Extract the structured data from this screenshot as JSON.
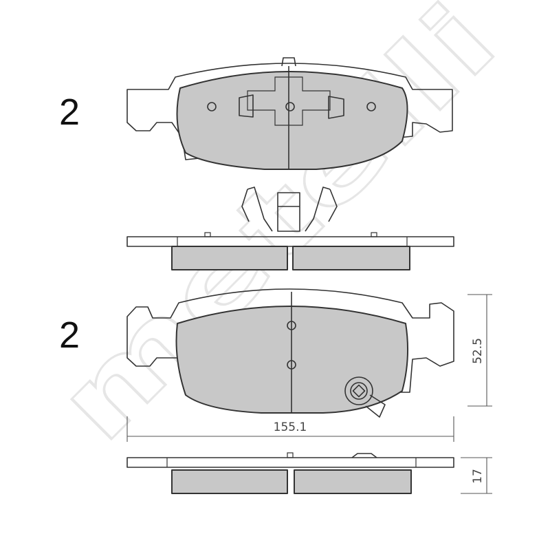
{
  "quantities": [
    "2",
    "2"
  ],
  "dimensions": {
    "width": "155.1",
    "height": "52.5",
    "thickness": "17"
  },
  "watermark": "metelli",
  "colors": {
    "pad_fill": "#c8c8c8",
    "line": "#333333",
    "dimension_line": "#555555",
    "watermark": "#ebebeb"
  }
}
